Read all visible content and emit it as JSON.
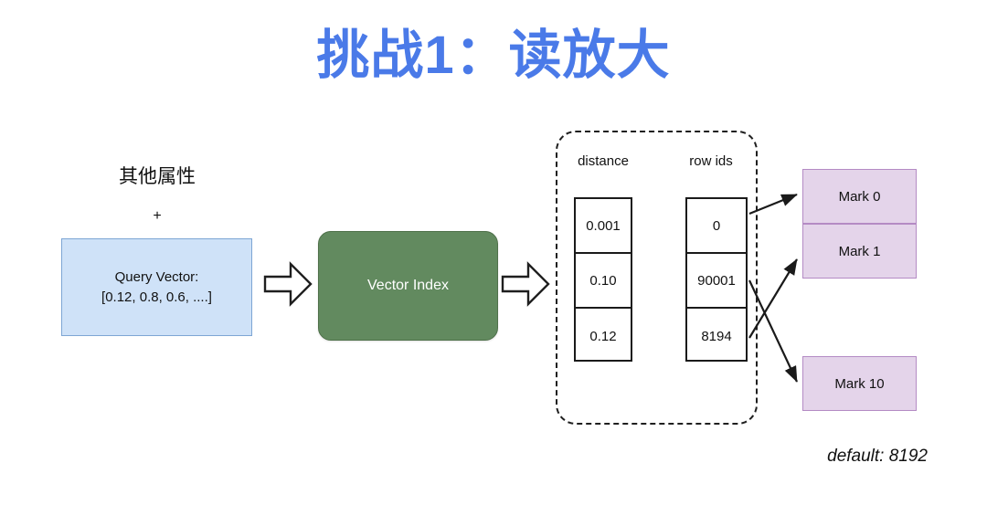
{
  "slide": {
    "title": "挑战1：读放大",
    "title_color": "#4a7ae8",
    "background": "#ffffff"
  },
  "left_input": {
    "other_attributes_label": "其他属性",
    "plus_sign": "+",
    "query_vector": {
      "label": "Query Vector:",
      "value": "[0.12, 0.8, 0.6, ....]",
      "fill_color": "#cfe2f8",
      "border_color": "#7ea6d4"
    }
  },
  "index_stage": {
    "label": "Vector Index",
    "fill_color": "#628a5f",
    "text_color": "#ffffff"
  },
  "arrows": {
    "stage_arrow_1": "block-arrow-right-icon",
    "stage_arrow_2": "block-arrow-right-icon",
    "mapping_arrow_1": "arrow-rowid-0-to-mark-0",
    "mapping_arrow_2": "arrow-rowid-8194-to-mark-1",
    "mapping_arrow_3": "arrow-rowid-90001-to-mark-10"
  },
  "results": {
    "columns": [
      {
        "header": "distance",
        "cells": [
          "0.001",
          "0.10",
          "0.12"
        ]
      },
      {
        "header": "row ids",
        "cells": [
          "0",
          "90001",
          "8194"
        ]
      }
    ],
    "container_style": "dashed-rounded"
  },
  "marks": {
    "fill_color": "#e4d4ea",
    "border_color": "#b48bc4",
    "items": [
      {
        "label": "Mark 0"
      },
      {
        "label": "Mark 1"
      },
      {
        "label": "Mark 10"
      }
    ]
  },
  "footnote": {
    "text": "default: 8192"
  }
}
